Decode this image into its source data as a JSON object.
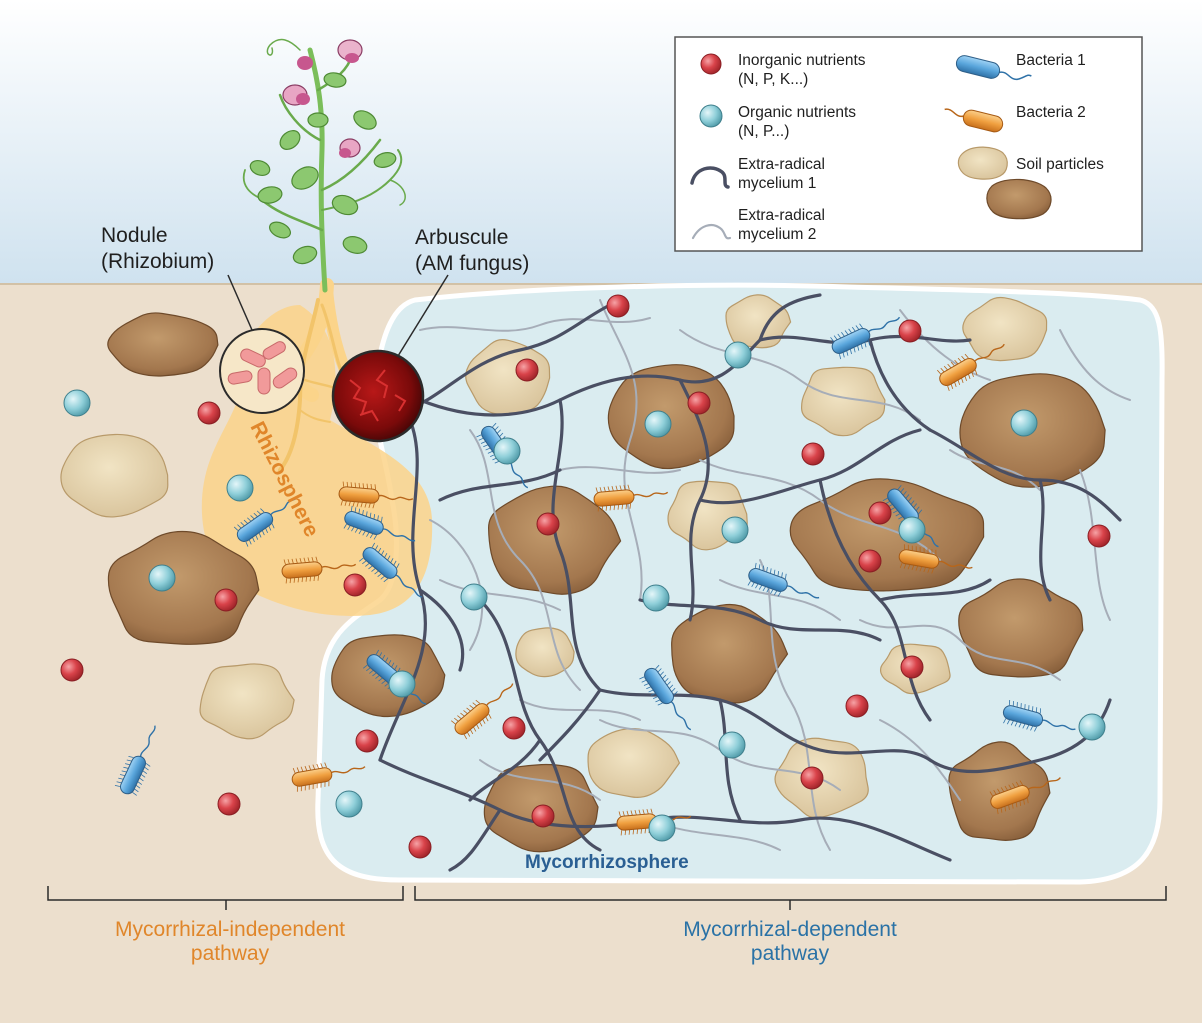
{
  "labels": {
    "nodule": "Nodule",
    "nodule_sub": "(Rhizobium)",
    "arbuscule": "Arbuscule",
    "arbuscule_sub": "(AM fungus)",
    "rhizosphere": "Rhizosphere",
    "mycorrhizosphere": "Mycorrhizosphere"
  },
  "legend": {
    "inorganic": [
      "Inorganic nutrients",
      "(N, P, K...)"
    ],
    "organic": [
      "Organic nutrients",
      "(N, P...)"
    ],
    "mycelium1": [
      "Extra-radical",
      "mycelium 1"
    ],
    "mycelium2": [
      "Extra-radical",
      "mycelium 2"
    ],
    "bacteria1": "Bacteria 1",
    "bacteria2": "Bacteria 2",
    "soil": "Soil particles"
  },
  "pathways": {
    "independent": [
      "Mycorrhizal-independent",
      "pathway"
    ],
    "dependent": [
      "Mycorrhizal-dependent",
      "pathway"
    ]
  },
  "colors": {
    "inorganic_nutrient": "#d9434a",
    "organic_nutrient": "#8fcfd9",
    "mycelium1": "#4a4f63",
    "mycelium2": "#a6adb8",
    "bacteria1": "#5aa6dc",
    "bacteria2": "#f0a040",
    "soil_dark": "#a3774e",
    "soil_light": "#e2cfa7",
    "rhizosphere": "#fbd48a",
    "mycorrhizosphere": "#daecf0",
    "soil_background": "#ecdfcd"
  }
}
